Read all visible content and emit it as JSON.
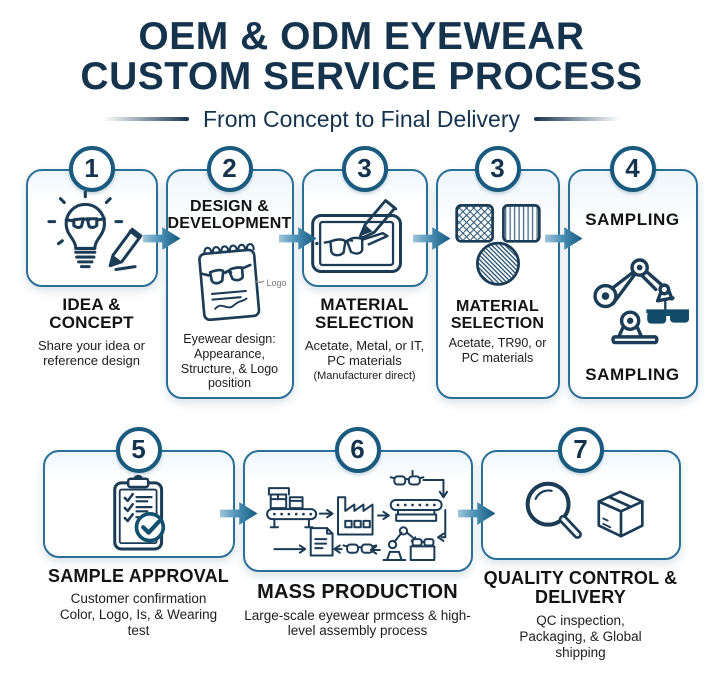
{
  "header": {
    "title_line1": "OEM & ODM EYEWEAR",
    "title_line2": "CUSTOM SERVICE PROCESS",
    "subtitle": "From Concept to Final Delivery"
  },
  "colors": {
    "title_navy": "#16334d",
    "card_outline": "#2a6f96",
    "badge_outline": "#1a5a7e",
    "arrow_blue": "#14597f",
    "icon_stroke": "#1c3b55",
    "check_teal": "#11506e"
  },
  "steps": {
    "s1": {
      "number": "1",
      "icon": "idea-lightbulb-icon",
      "title": "IDEA & CONCEPT",
      "desc": "Share your idea or reference design"
    },
    "s2": {
      "number": "2",
      "icon": "design-sketchpad-icon",
      "icon_label": "Logo",
      "heading": "DESIGN & DEVELOPMENT",
      "desc": "Eyewear design: Appearance, Structure, & Logo position"
    },
    "s3": {
      "number": "3",
      "icon": "tablet-drawing-icon",
      "title": "MATERIAL SELECTION",
      "desc": "Acetate, Metal, or IT, PC materials",
      "note": "(Manufacturer direct)"
    },
    "s4": {
      "number": "3",
      "icon": "material-swatches-icon",
      "title": "MATERIAL SELECTION",
      "desc": "Acetate, TR90, or PC materials"
    },
    "s5": {
      "number": "4",
      "icon": "robot-arm-icon",
      "label_top": "SAMPLING",
      "label_bottom": "SAMPLING"
    },
    "s6": {
      "number": "5",
      "icon": "approval-checklist-icon",
      "title": "SAMPLE APPROVAL",
      "desc": "Customer confirmation Color, Logo, Is, & Wearing test"
    },
    "s7": {
      "number": "6",
      "icon": "mass-production-icon",
      "title": "MASS PRODUCTION",
      "desc": "Large-scale eyewear prmcess & high-level assembly process"
    },
    "s8": {
      "number": "7",
      "icon": "qc-delivery-icon",
      "title": "QUALITY CONTROL & DELIVERY",
      "desc": "QC inspection, Packaging, & Global shipping"
    }
  }
}
